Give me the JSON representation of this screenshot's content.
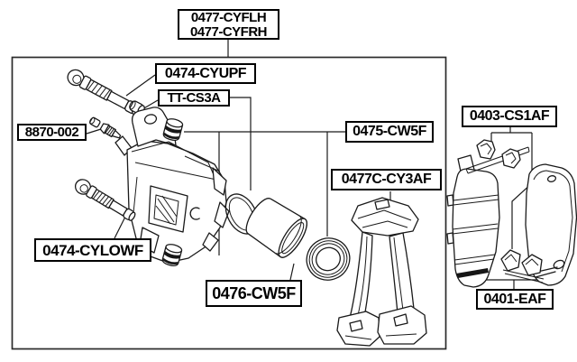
{
  "colors": {
    "background": "#ffffff",
    "line": "#1a1a1a",
    "label_border": "#000000",
    "label_text": "#000000"
  },
  "labels": {
    "assembly": {
      "line1": "0477-CYFLH",
      "line2": "0477-CYFRH"
    },
    "upper_slide_pin": "0474-CYUPF",
    "pin_bushing": "TT-CS3A",
    "bleeder_screw": "8870-002",
    "pin_boot": "0475-CW5F",
    "caliper_bracket": "0477C-CY3AF",
    "lower_slide_pin": "0474-CYLOWF",
    "cylinder_kit": "0476-CW5F",
    "pad_clip_kit": "0403-CS1AF",
    "brake_pad_kit": "0401-EAF"
  }
}
